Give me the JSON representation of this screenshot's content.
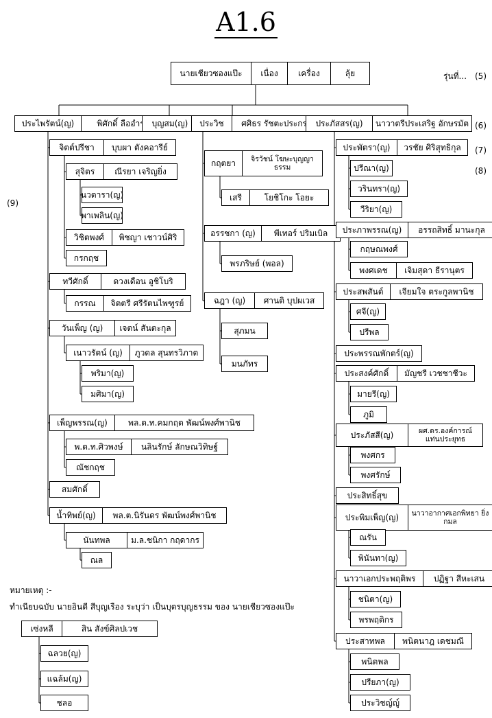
{
  "title": "A1.6",
  "labels": {
    "generation": "รุ่นที่...",
    "gen5": "(5)",
    "gen6": "(6)",
    "gen7": "(7)",
    "gen8": "(8)",
    "gen9": "(9)"
  },
  "note": {
    "heading": "หมายเหตุ :-",
    "text": "ทำเนียบฉบับ นายอินดี สีบุญเรือง ระบุว่า เป็นบุตรบุญธรรม ของ นายเชียวซองแป๊ะ"
  },
  "persons": {
    "root": [
      "นายเชียวซองแป๊ะ",
      "เนื่อง",
      "เครื่อง",
      "ลุ้ย"
    ],
    "p1": [
      "ประไพรัตน์(ญ)",
      "พิศักดิ์ ลืออำรุง"
    ],
    "p1_1": [
      "จิตต์ปรีชา",
      "บุบผา ตังคอารีย์"
    ],
    "p1_1_1": [
      "สุจิตร",
      "ณีรยา เจริญยิ่ง"
    ],
    "p1_1_1_1": [
      "นวดารา(ญ)"
    ],
    "p1_1_1_2": [
      "พาเพลิน(ญ)"
    ],
    "p1_1_2": [
      "วิชิตพงศ์",
      "พิชญา เชาวน์ศิริ"
    ],
    "p1_1_3": [
      "กรกฤช"
    ],
    "p1_2": [
      "ทวีศักดิ์",
      "ดวงเดือน อูชิโบริ"
    ],
    "p1_2_1": [
      "กรรณ",
      "จิตตรี ศรีรัตนไพฑูรย์"
    ],
    "p1_3": [
      "วันเพ็ญ (ญ)",
      "เจตน์ สันตะกุล"
    ],
    "p1_3_1": [
      "เนาวรัตน์ (ญ)",
      "ภูวดล สุนทรวิภาต"
    ],
    "p1_3_1_1": [
      "พริมา(ญ)"
    ],
    "p1_3_1_2": [
      "มศิมา(ญ)"
    ],
    "p1_4": [
      "เพ็ญพรรณ(ญ)",
      "พล.ต.ท.คมกฤต พัฒน์พงศ์พานิช"
    ],
    "p1_4_1": [
      "พ.ต.ท.ศิวพงษ์",
      "นลินรักษ์ ลักษณวิทิษฐ์"
    ],
    "p1_4_2": [
      "ณัชกฤช"
    ],
    "p1_5": [
      "สมศักดิ์"
    ],
    "p1_6": [
      "น้ำทิพย์(ญ)",
      "พล.ต.นิรันดร พัฒน์พงศ์พานิช"
    ],
    "p1_6_1": [
      "นันทพล",
      "ม.ล.ชนิกา กฤดากร"
    ],
    "p1_6_1_1": [
      "ณล"
    ],
    "p2": [
      "บุญสม(ญ)"
    ],
    "p3": [
      "ประวิช",
      "ศศิธร รัชตะประกร"
    ],
    "p3_1": [
      "กฤตยา",
      "จิรวัชน์ โฆษะบุญญาธรรม"
    ],
    "p3_1_1": [
      "เสรี",
      "โยชิโกะ โอยะ"
    ],
    "p3_2": [
      "อรรชกา (ญ)",
      "พีเทอร์ ปริมเบิล"
    ],
    "p3_2_1": [
      "พรภริษย์ (พอล)"
    ],
    "p3_3": [
      "ฉฎา (ญ)",
      "ศานติ บุปผเวส"
    ],
    "p3_3_1": [
      "สุภมน"
    ],
    "p3_3_2": [
      "มนภัทร"
    ],
    "p4": [
      "ประภัสสร(ญ)",
      "นาวาตรีประเสริฐ อักษรมัต"
    ],
    "p4_1": [
      "ประพัตรา(ญ)",
      "วรชัย ศิริสุทธิกุล"
    ],
    "p4_1_1": [
      "ปรีณา(ญ)"
    ],
    "p4_1_2": [
      "วรินทรา(ญ)"
    ],
    "p4_1_3": [
      "วีริยา(ญ)"
    ],
    "p4_2": [
      "ประภาพรรณ(ญ)",
      "อรรถสิทธิ์ มานะกุล"
    ],
    "p4_2_1": [
      "กฤษณพงศ์"
    ],
    "p4_2_2": [
      "พงศเดช",
      "เจิมสุดา ธีรานุตร"
    ],
    "p4_3": [
      "ประสพสันต์",
      "เจียมใจ ตระกูลพานิช"
    ],
    "p4_3_1": [
      "ศจี(ญ)"
    ],
    "p4_3_2": [
      "ปรีพล"
    ],
    "p4_4": [
      "ประพรรณพักตร์(ญ)"
    ],
    "p4_5": [
      "ประสงค์ศักดิ์",
      "มัญชรี เวชชาชีวะ"
    ],
    "p4_5_1": [
      "มายรี(ญ)"
    ],
    "p4_5_2": [
      "ภูมิ"
    ],
    "p4_6": [
      "ประภัสสี(ญ)",
      "ผศ.ดร.องค์การณ์ แท่นประยุทธ"
    ],
    "p4_6_1": [
      "พงศกร"
    ],
    "p4_6_2": [
      "พงศรักษ์"
    ],
    "p4_7": [
      "ประสิทธิ์สุข"
    ],
    "p4_8": [
      "ประพิมเพ็ญ(ญ)",
      "นาวาอากาศเอกพิทยา ยิ่งกมล"
    ],
    "p4_8_1": [
      "ณรัน"
    ],
    "p4_8_2": [
      "พินันทา(ญ)"
    ],
    "p4_9": [
      "นาวาเอกประพฤติพร",
      "ปฏิฐา สีหะเสน"
    ],
    "p4_9_1": [
      "ชนิตา(ญ)"
    ],
    "p4_9_2": [
      "พรพฤติกร"
    ],
    "p4_10": [
      "ประสาทพล",
      "พนิตนาฎ เดชมณี"
    ],
    "p4_10_1": [
      "พนิตพล"
    ],
    "p4_10_2": [
      "ปรียภา(ญ)"
    ],
    "p4_10_3": [
      "ประวิชญ์ญู์"
    ],
    "n1": [
      "เซ่งหลี",
      "สิน สังข์ศิลปเวช"
    ],
    "n1_1": [
      "ฉลวย(ญ)"
    ],
    "n1_2": [
      "แฉล้ม(ญ)"
    ],
    "n1_3": [
      "ชลอ"
    ]
  }
}
